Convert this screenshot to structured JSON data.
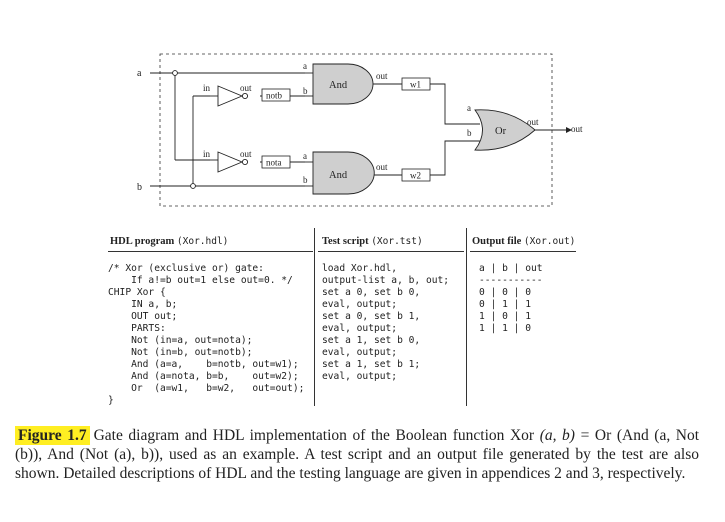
{
  "diagram": {
    "input_a": "a",
    "input_b": "b",
    "output": "out",
    "gates": {
      "not_top": {
        "in": "in",
        "out": "out",
        "wire": "notb"
      },
      "not_bottom": {
        "in": "in",
        "out": "out",
        "wire": "nota"
      },
      "and_top": {
        "label": "And",
        "a": "a",
        "b": "b",
        "out": "out",
        "wire": "w1"
      },
      "and_bottom": {
        "label": "And",
        "a": "a",
        "b": "b",
        "out": "out",
        "wire": "w2"
      },
      "or": {
        "label": "Or",
        "a": "a",
        "b": "b",
        "out": "out"
      }
    }
  },
  "columns": {
    "hdl": {
      "title_text": "HDL program",
      "title_file": "(Xor.hdl)"
    },
    "test": {
      "title_text": "Test script",
      "title_file": "(Xor.tst)"
    },
    "output": {
      "title_text": "Output file",
      "title_file": "(Xor.out)"
    }
  },
  "hdl_lines": [
    "/* Xor (exclusive or) gate:",
    "    If a!=b out=1 else out=0. */",
    "CHIP Xor {",
    "    IN a, b;",
    "    OUT out;",
    "    PARTS:",
    "    Not (in=a, out=nota);",
    "    Not (in=b, out=notb);",
    "    And (a=a,    b=notb, out=w1);",
    "    And (a=nota, b=b,    out=w2);",
    "    Or  (a=w1,   b=w2,   out=out);",
    "}"
  ],
  "test_lines": [
    "load Xor.hdl,",
    "output-list a, b, out;",
    "set a 0, set b 0,",
    "eval, output;",
    "set a 0, set b 1,",
    "eval, output;",
    "set a 1, set b 0,",
    "eval, output;",
    "set a 1, set b 1;",
    "eval, output;"
  ],
  "output_lines": [
    "a | b | out",
    "-----------",
    "0 | 0 | 0",
    "0 | 1 | 1",
    "1 | 0 | 1",
    "1 | 1 | 0"
  ],
  "caption": {
    "label": "Figure 1.7",
    "text_1": "Gate diagram and HDL implementation of the Boolean function Xor",
    "args": "(a, b)",
    "text_2": "= Or (And (a, Not (b)), And (Not (a), b)), used as an example. A test script and an output file generated by the test are also shown. Detailed descriptions of HDL and the testing language are given in appendices 2 and 3, respectively."
  }
}
